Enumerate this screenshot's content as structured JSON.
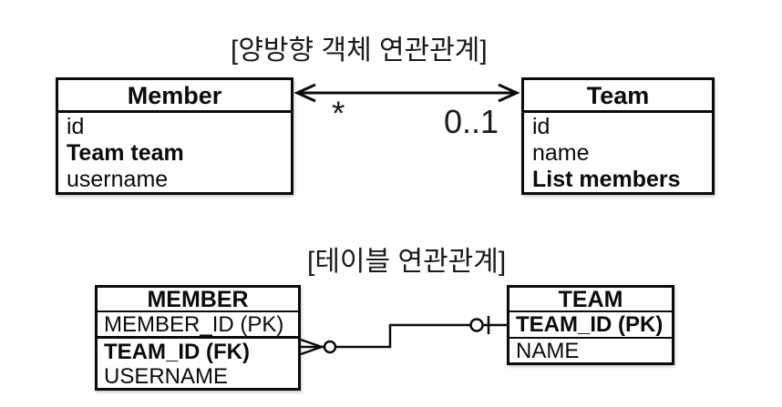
{
  "object_diagram": {
    "title": "[양방향 객체 연관관계]",
    "member_class": {
      "title": "Member",
      "fields": [
        {
          "text": "id"
        },
        {
          "text": "Team team"
        },
        {
          "text": "username"
        }
      ]
    },
    "team_class": {
      "title": "Team",
      "fields": [
        {
          "text": "id"
        },
        {
          "text": "name"
        },
        {
          "text": "List members"
        }
      ]
    },
    "relation": {
      "multiplicity_member_side": "*",
      "multiplicity_team_side": "0..1"
    }
  },
  "table_diagram": {
    "title": "[테이블 연관관계]",
    "member_table": {
      "title": "MEMBER",
      "columns": [
        {
          "text": "MEMBER_ID (PK)"
        },
        {
          "text": "TEAM_ID (FK)"
        },
        {
          "text": "USERNAME"
        }
      ]
    },
    "team_table": {
      "title": "TEAM",
      "columns": [
        {
          "text": "TEAM_ID (PK)"
        },
        {
          "text": "NAME"
        }
      ]
    }
  },
  "colors": {
    "line": "#0b0b0b",
    "background": "#ffffff",
    "text": "#1a1a1a"
  },
  "icons": {
    "bidirectional_arrow": "double-headed-arrow",
    "member_side_cardinality": "crows-foot-zero-or-many",
    "team_side_cardinality": "zero-or-one"
  }
}
